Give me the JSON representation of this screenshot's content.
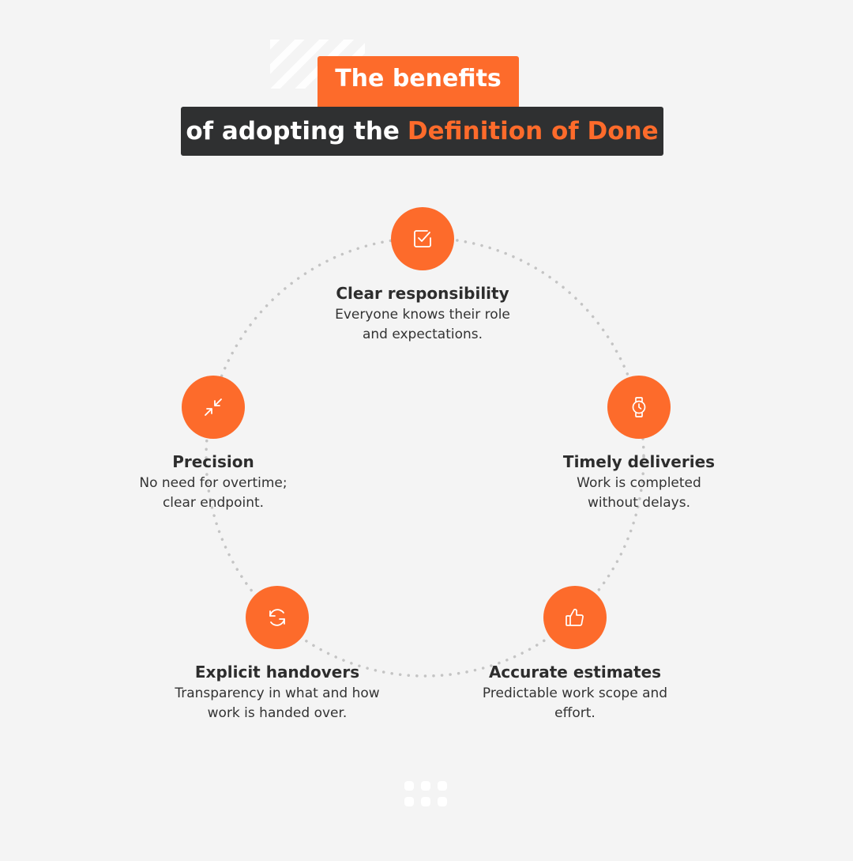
{
  "header": {
    "line1": "The benefits",
    "line2_prefix": "of adopting the",
    "line2_accent": "Definition of Done"
  },
  "colors": {
    "accent": "#fd6b2b",
    "dark_banner": "#2f3031",
    "background": "#f4f4f4",
    "ring_dots": "#c4c4c4",
    "text": "#2d2d2d"
  },
  "benefits": [
    {
      "icon": "checkbox-icon",
      "title": "Clear responsibility",
      "line1": "Everyone knows their role",
      "line2": "and expectations."
    },
    {
      "icon": "watch-icon",
      "title": "Timely deliveries",
      "line1": "Work is completed",
      "line2": "without delays."
    },
    {
      "icon": "thumbs-up-icon",
      "title": "Accurate estimates",
      "line1": "Predictable work scope and",
      "line2": "effort."
    },
    {
      "icon": "refresh-icon",
      "title": "Explicit handovers",
      "line1": "Transparency in what and how",
      "line2": "work is handed over."
    },
    {
      "icon": "collapse-arrows-icon",
      "title": "Precision",
      "line1": "No need for overtime;",
      "line2": "clear endpoint."
    }
  ]
}
